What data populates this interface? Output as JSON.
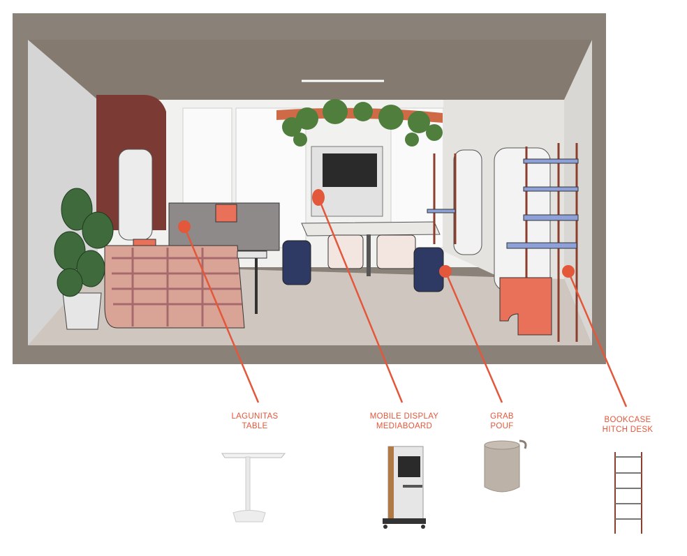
{
  "accent_color": "#e3573a",
  "callouts": [
    {
      "id": "lagunitas-table",
      "lines": [
        "LAGUNITAS",
        "TABLE"
      ],
      "icon": "side-table-icon"
    },
    {
      "id": "mobile-display-mediaboard",
      "lines": [
        "MOBILE DISPLAY",
        "MEDIABOARD"
      ],
      "icon": "mobile-display-icon"
    },
    {
      "id": "grab-pouf",
      "lines": [
        "GRAB",
        "POUF"
      ],
      "icon": "pouf-icon"
    },
    {
      "id": "bookcase-hitch-desk",
      "lines": [
        "BOOKCASE",
        "HITCH DESK"
      ],
      "icon": "bookcase-icon"
    }
  ]
}
